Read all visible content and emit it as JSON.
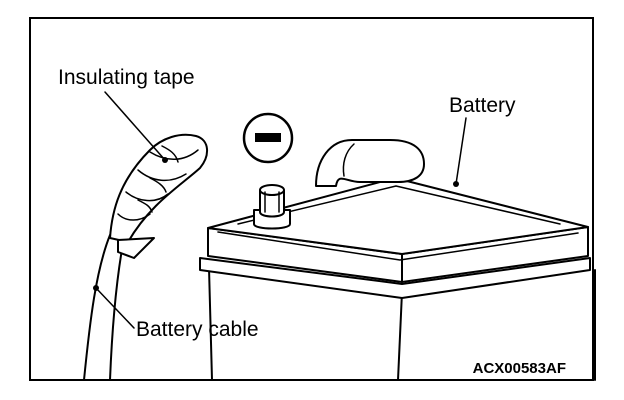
{
  "labels": {
    "insulating_tape": "Insulating tape",
    "battery": "Battery",
    "battery_cable": "Battery cable",
    "figure_code": "ACX00583AF"
  },
  "symbols": {
    "negative_terminal": "minus-sign-icon"
  },
  "colors": {
    "line": "#000000",
    "background": "#ffffff"
  }
}
